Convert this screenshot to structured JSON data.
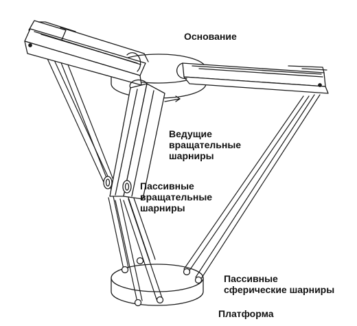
{
  "labels": {
    "base": "Основание",
    "drive_joints": [
      "Ведущие",
      "вращательные",
      "шарниры"
    ],
    "passive_joints": [
      "Пассивные",
      "вращательные",
      "шарниры"
    ],
    "spherical_joints": [
      "Пассивные",
      "сферические шарниры"
    ],
    "platform": "Платформа"
  },
  "colors": {
    "line": "#1a1a1a",
    "fill": "#ffffff",
    "background": "#ffffff"
  }
}
